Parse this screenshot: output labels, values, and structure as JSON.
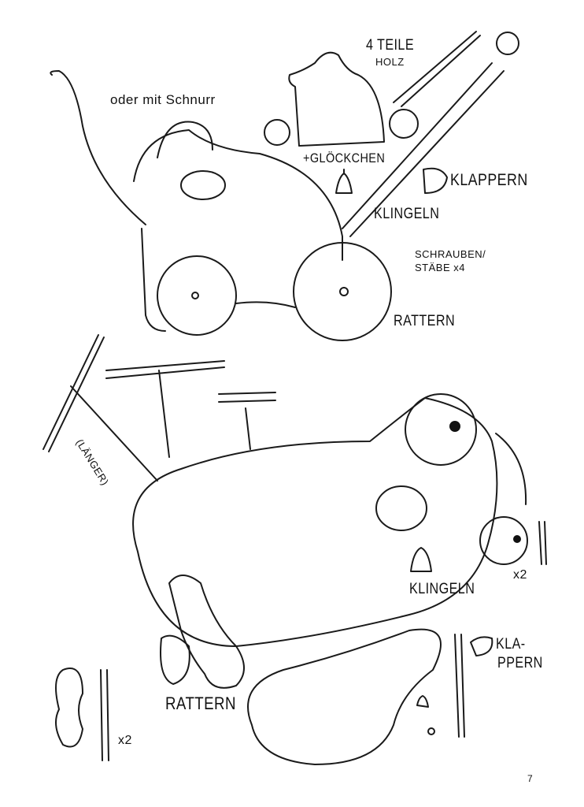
{
  "labels": {
    "teile": "4 TEILE",
    "holz": "HOLZ",
    "schnur": "oder mit Schnurr",
    "gloeckchen": "+GLÖCKCHEN",
    "klappern_top": "KLAPPERN",
    "klingeln_top": "KLINGELN",
    "schrauben": "SCHRAUBEN/",
    "staebe": "STÄBE x4",
    "rattern_top": "RATTERN",
    "laenger": "(LÄNGER)",
    "klingeln_bottom": "KLINGELN",
    "x2_wheel": "x2",
    "kla": "KLA-",
    "ppern": "PPERN",
    "rattern_bottom": "RATTERN",
    "x2_leg": "x2"
  },
  "page_number": "7"
}
